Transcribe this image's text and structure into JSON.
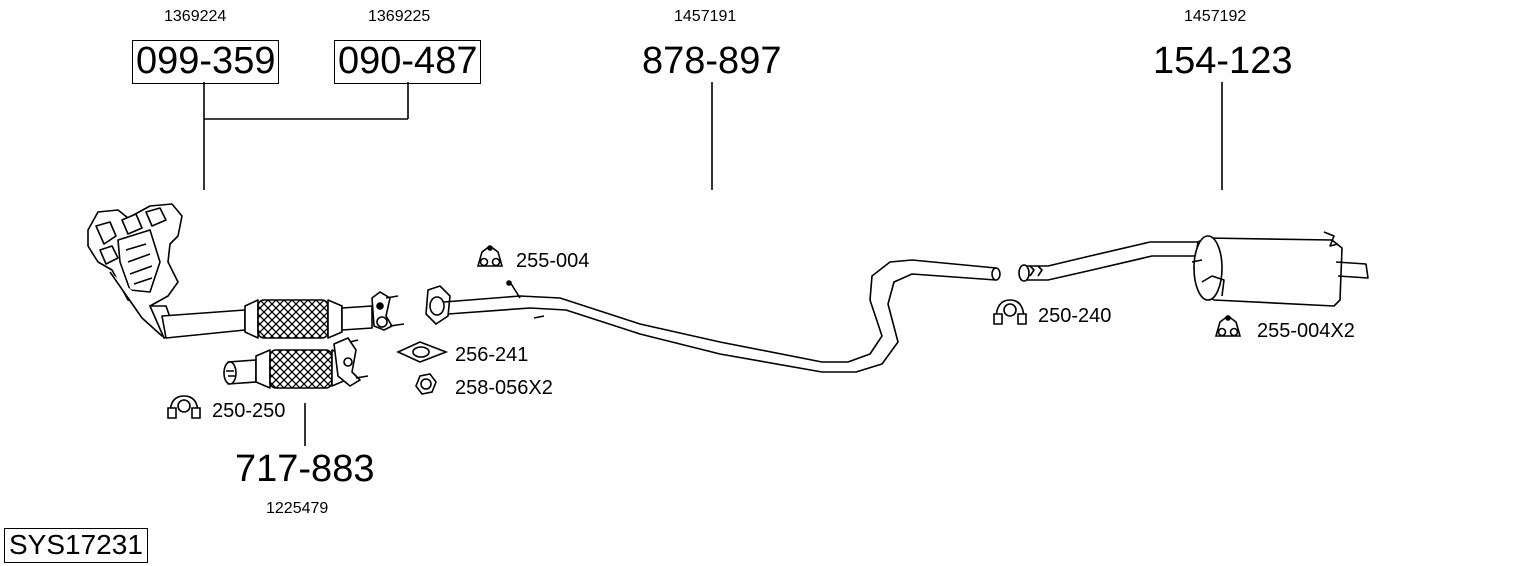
{
  "system_code": "SYS17231",
  "parts": [
    {
      "oe": "1369224",
      "part": "099-359",
      "boxed": true
    },
    {
      "oe": "1369225",
      "part": "090-487",
      "boxed": true
    },
    {
      "oe": "1457191",
      "part": "878-897",
      "boxed": false
    },
    {
      "oe": "1457192",
      "part": "154-123",
      "boxed": false
    },
    {
      "oe": "1225479",
      "part": "717-883",
      "boxed": false
    }
  ],
  "accessories": [
    {
      "part": "255-004",
      "icon": "rubber-hanger-icon"
    },
    {
      "part": "256-241",
      "icon": "gasket-icon"
    },
    {
      "part": "258-056X2",
      "icon": "hex-nut-icon"
    },
    {
      "part": "250-250",
      "icon": "clamp-icon"
    },
    {
      "part": "250-240",
      "icon": "clamp-icon"
    },
    {
      "part": "255-004X2",
      "icon": "rubber-hanger-icon"
    }
  ]
}
